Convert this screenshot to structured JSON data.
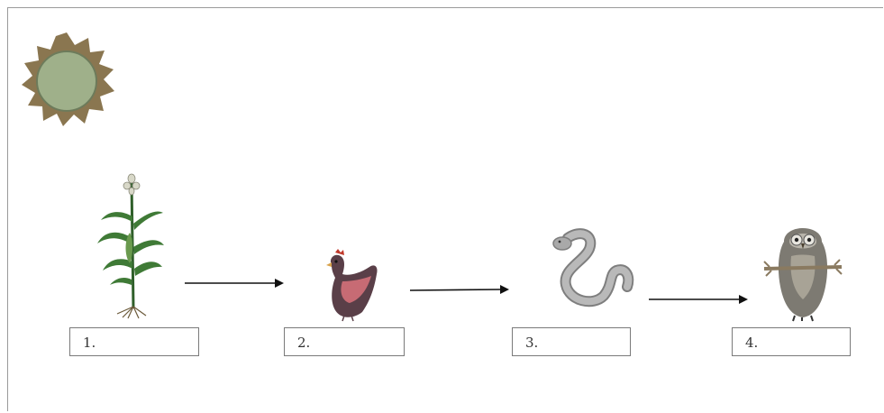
{
  "diagram": {
    "labels": [
      "1.",
      "2.",
      "3.",
      "4."
    ],
    "icons": {
      "sun": "sun-icon",
      "plant": "maize-plant-icon",
      "hen": "hen-icon",
      "snake": "snake-icon",
      "owl": "owl-icon"
    },
    "colors": {
      "sun_rays": "#8a7650",
      "sun_center": "#9fb08a",
      "plant": "#3f7a36",
      "hen_body": "#5a3f48",
      "hen_wing": "#c76b74",
      "snake": "#a9a9a9",
      "owl": "#7d7a72",
      "arrow": "#111111",
      "box_border": "#7a7a7a"
    }
  }
}
